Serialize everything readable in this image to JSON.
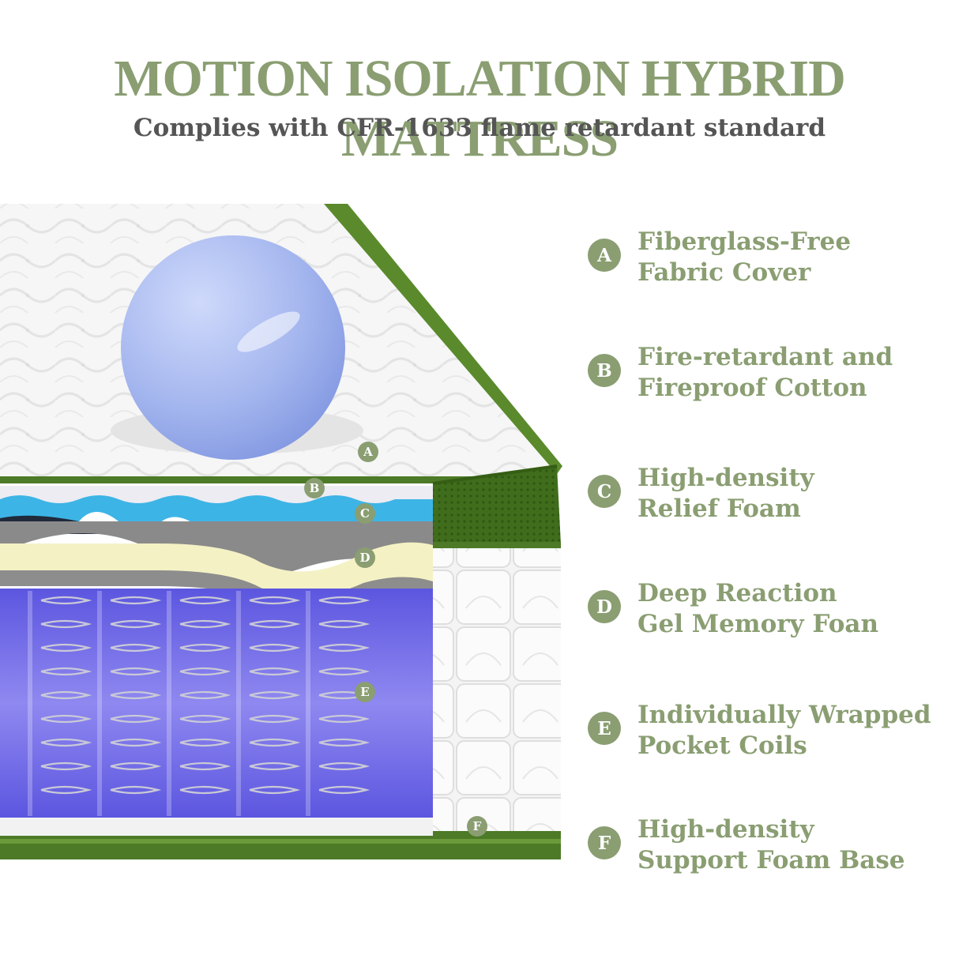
{
  "title": "MOTION ISOLATION HYBRID MATTRESS",
  "subtitle": "Complies with CFR-1633 flame retardant standard",
  "colors": {
    "accent_green": "#8a9e72",
    "border_green": "#4c7a26",
    "subtitle_gray": "#555555",
    "coil_blue": "#5b54d8",
    "gel_yellow": "#f4f1c4",
    "relief_blue": "#3db4e6",
    "ball_blue": "#a8b8ee"
  },
  "layers": [
    {
      "letter": "A",
      "line1": "Fiberglass-Free",
      "line2": "Fabric Cover"
    },
    {
      "letter": "B",
      "line1": "Fire-retardant and",
      "line2": "Fireproof Cotton"
    },
    {
      "letter": "C",
      "line1": "High-density",
      "line2": "Relief Foam"
    },
    {
      "letter": "D",
      "line1": "Deep Reaction",
      "line2": "Gel Memory Foan"
    },
    {
      "letter": "E",
      "line1": "Individually Wrapped",
      "line2": "Pocket Coils"
    },
    {
      "letter": "F",
      "line1": "High-density",
      "line2": "Support Foam Base"
    }
  ]
}
